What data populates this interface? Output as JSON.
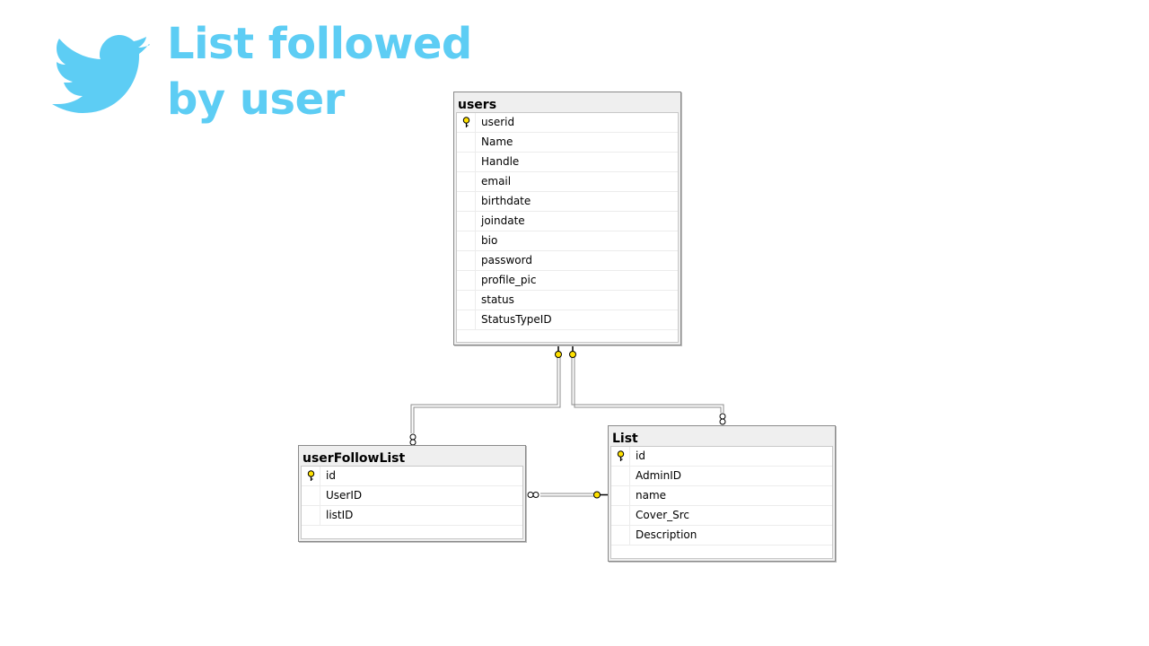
{
  "slide": {
    "title_line1": "List followed",
    "title_line2": "by user",
    "logo": "twitter-bird-icon",
    "accent_color": "#5dcdf4"
  },
  "tables": {
    "users": {
      "name": "users",
      "primary_key": "userid",
      "columns": [
        "userid",
        "Name",
        "Handle",
        "email",
        "birthdate",
        "joindate",
        "bio",
        "password",
        "profile_pic",
        "status",
        "StatusTypeID"
      ]
    },
    "userFollowList": {
      "name": "userFollowList",
      "primary_key": "id",
      "columns": [
        "id",
        "UserID",
        "listID"
      ]
    },
    "list": {
      "name": "List",
      "primary_key": "id",
      "columns": [
        "id",
        "AdminID",
        "name",
        "Cover_Src",
        "Description"
      ]
    }
  },
  "relationships": [
    {
      "from": "users",
      "to": "userFollowList",
      "one_end": "key-icon",
      "many_end": "infinity-icon"
    },
    {
      "from": "users",
      "to": "List",
      "one_end": "key-icon",
      "many_end": "infinity-icon"
    },
    {
      "from": "List",
      "to": "userFollowList",
      "one_end": "key-icon",
      "many_end": "infinity-icon"
    }
  ]
}
